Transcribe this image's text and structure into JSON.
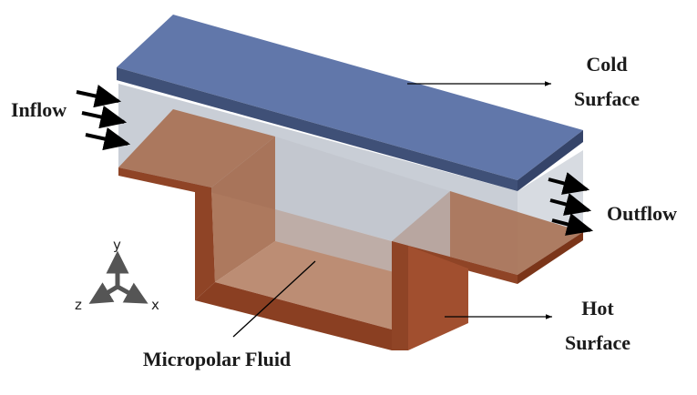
{
  "labels": {
    "cold_line1": "Cold",
    "cold_line2": "Surface",
    "inflow": "Inflow",
    "outflow": "Outflow",
    "hot_line1": "Hot",
    "hot_line2": "Surface",
    "fluid": "Micropolar Fluid"
  },
  "axes": {
    "y": "y",
    "z": "z",
    "x": "x"
  },
  "colors": {
    "cold_top": "#6177aa",
    "cold_front": "#3f5077",
    "copper_front": "#9b4a2a",
    "copper_top": "#b0795c",
    "fluid": "#c5cad2",
    "arrow": "#000000"
  }
}
